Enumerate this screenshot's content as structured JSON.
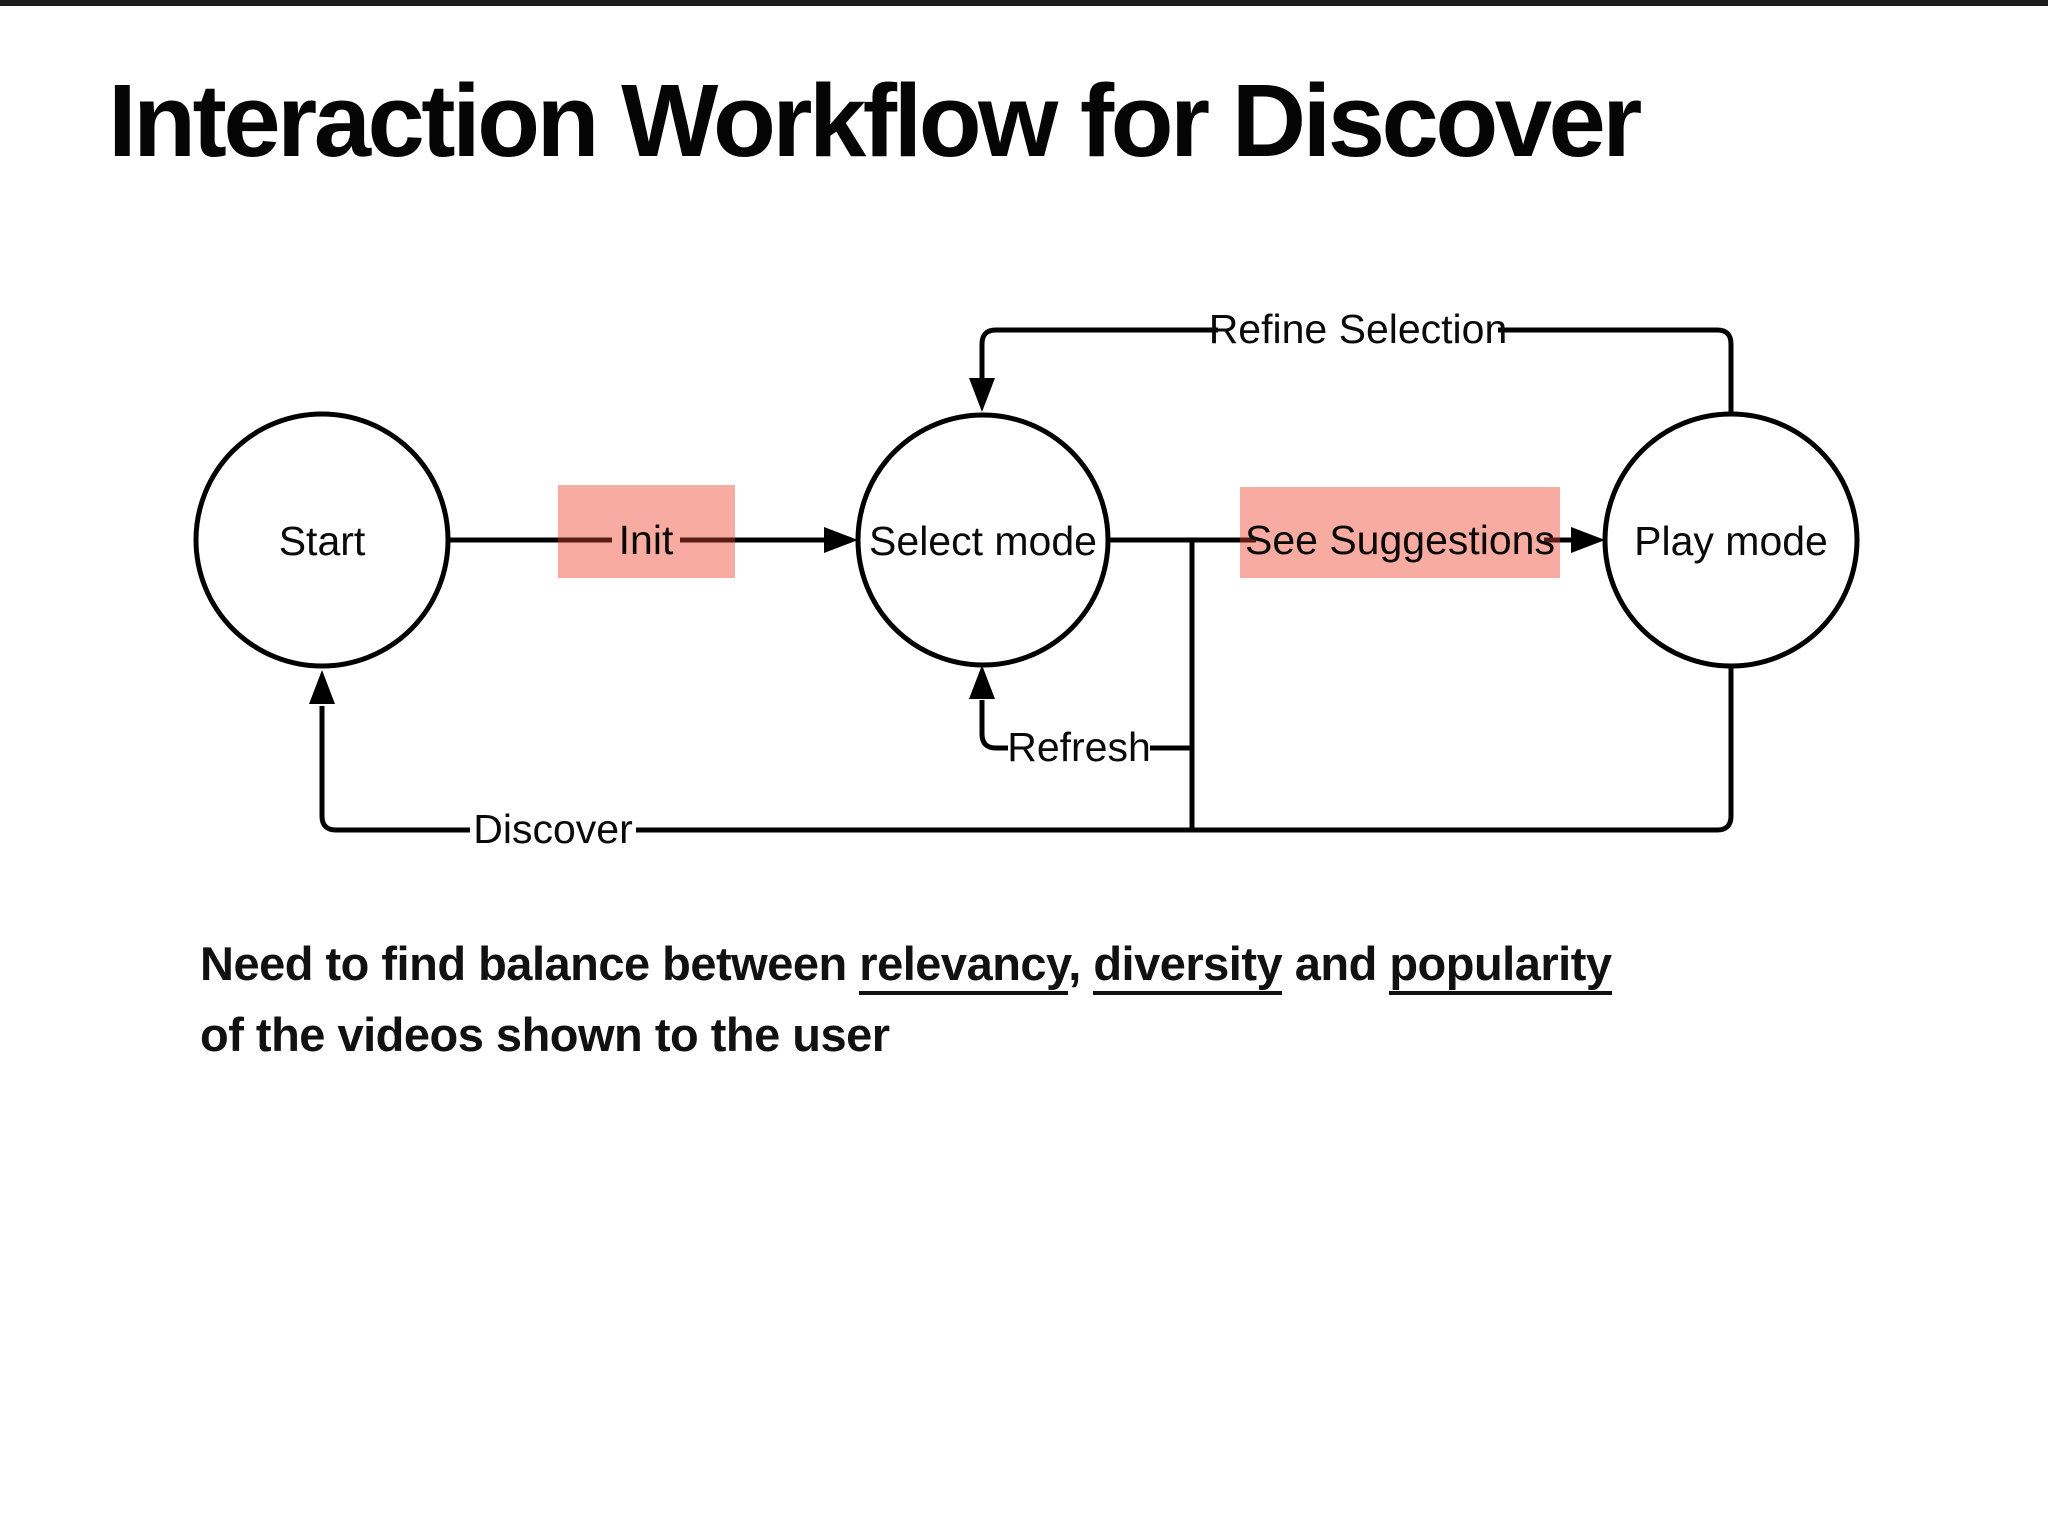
{
  "slide": {
    "title": "Interaction Workflow for Discover"
  },
  "diagram": {
    "nodes": [
      {
        "id": "start",
        "label": "Start"
      },
      {
        "id": "select_mode",
        "label": "Select mode"
      },
      {
        "id": "play_mode",
        "label": "Play mode"
      }
    ],
    "edges": [
      {
        "label": "Init",
        "from": "start",
        "to": "select_mode",
        "highlighted": true
      },
      {
        "label": "See Suggestions",
        "from": "select_mode",
        "to": "play_mode",
        "highlighted": true
      },
      {
        "label": "Refine Selection",
        "from": "play_mode",
        "to": "select_mode",
        "highlighted": false
      },
      {
        "label": "Refresh",
        "from": "select_mode",
        "to": "select_mode",
        "highlighted": false
      },
      {
        "label": "Discover",
        "from": "play_mode",
        "to": "start",
        "highlighted": false
      }
    ]
  },
  "note": {
    "line1": {
      "seg0": "Need to find balance between ",
      "seg1": "relevancy",
      "seg2": ", ",
      "seg3": "diversity",
      "seg4": " and ",
      "seg5": "popularity"
    },
    "line2": "of the videos shown to the user"
  },
  "colors": {
    "background": "#ffffff",
    "top_bar": "#1c1c1c",
    "line": "#000000",
    "node_fill": "#ffffff",
    "label_plate": "#ffffff",
    "highlight_bg": "#f8aca1",
    "highlight_text": "#5a1c15"
  }
}
